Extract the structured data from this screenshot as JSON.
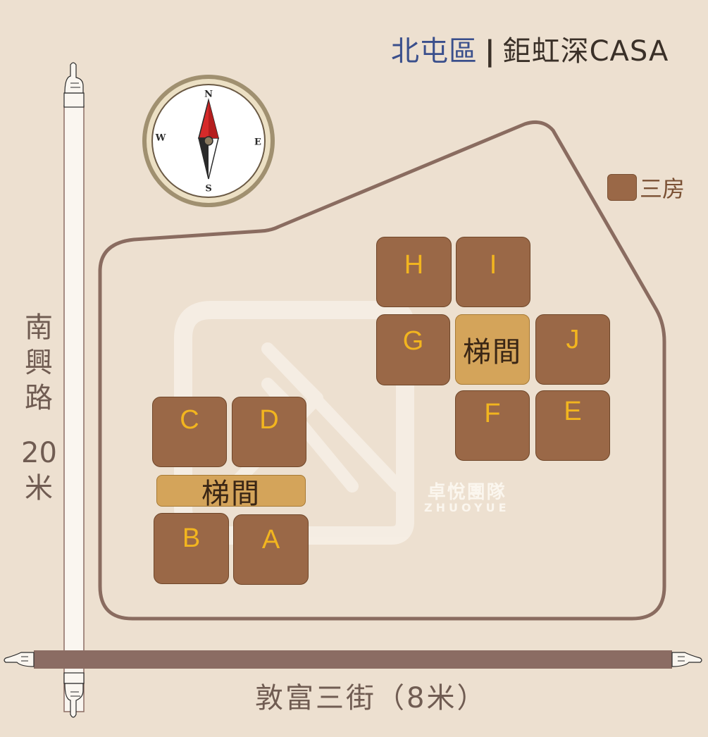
{
  "title": {
    "district": "北屯區",
    "separator": "|",
    "project": "鉅虹深CASA"
  },
  "legend": {
    "label": "三房",
    "color": "#9a6847"
  },
  "roads": {
    "vertical_name": [
      "南",
      "興",
      "路"
    ],
    "vertical_width": [
      "20",
      "米"
    ],
    "horizontal": "敦富三街（8米）"
  },
  "compass": {
    "n": "N",
    "s": "S",
    "e": "E",
    "w": "W",
    "icon": "compass-icon"
  },
  "units": {
    "A": "A",
    "B": "B",
    "C": "C",
    "D": "D",
    "E": "E",
    "F": "F",
    "G": "G",
    "H": "H",
    "I": "I",
    "J": "J"
  },
  "stairs": {
    "left": "梯間",
    "right": "梯間"
  },
  "brand": {
    "cn": "卓悅團隊",
    "en": "ZHUOYUE"
  },
  "colors": {
    "background": "#ede0d0",
    "site_outline": "#8a6c60",
    "unit": "#9a6847",
    "unit_label": "#f2b51f",
    "stair": "#d4a45a",
    "road_bar": "#8b6c63",
    "district_text": "#3a4f8c"
  }
}
